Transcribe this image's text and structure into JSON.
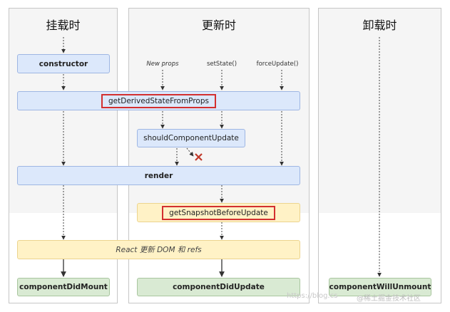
{
  "columns": {
    "mount": "挂载时",
    "update": "更新时",
    "unmount": "卸载时"
  },
  "triggers": {
    "new_props": "New props",
    "set_state": "setState()",
    "force_update": "forceUpdate()"
  },
  "methods": {
    "constructor": "constructor",
    "get_derived_state": "getDerivedStateFromProps",
    "should_update": "shouldComponentUpdate",
    "render": "render",
    "get_snapshot": "getSnapshotBeforeUpdate",
    "react_update_dom": "React 更新 DOM 和 refs",
    "did_mount": "componentDidMount",
    "did_update": "componentDidUpdate",
    "will_unmount": "componentWillUnmount"
  },
  "watermark": {
    "url": "https://blog.cs",
    "site": "@稀土掘金技术社区"
  },
  "colors": {
    "blue_box": "#dce8fb",
    "yellow_box": "#fff2c6",
    "green_box": "#d9ead3",
    "highlight_red": "#d32f2f",
    "cross_red": "#c0392b"
  }
}
